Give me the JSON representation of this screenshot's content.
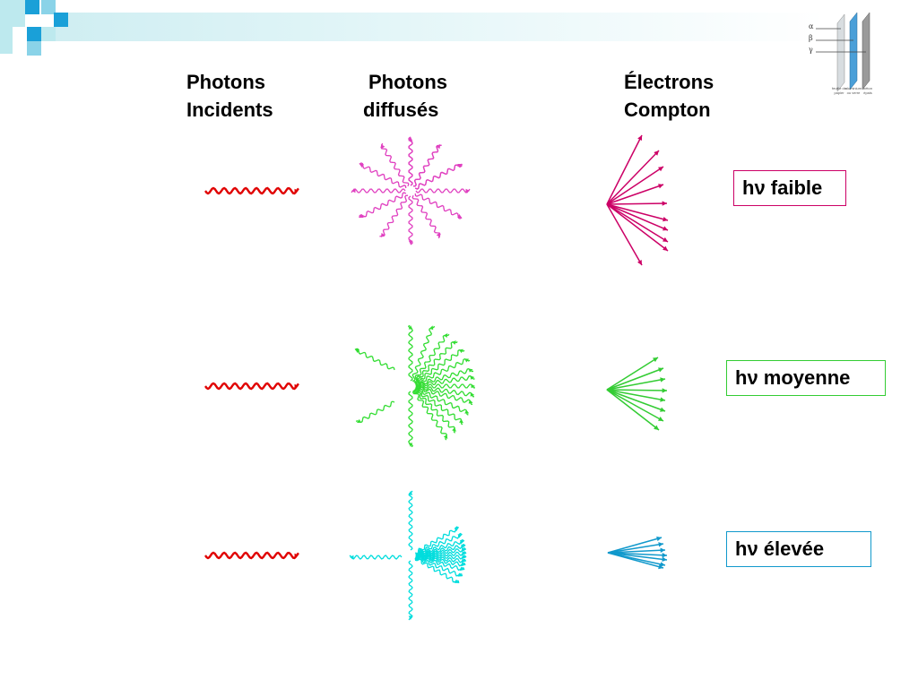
{
  "headers": {
    "incident": [
      "Photons",
      "Incidents"
    ],
    "scattered": [
      "Photons",
      "diffusés"
    ],
    "electrons": [
      "Électrons",
      "Compton"
    ]
  },
  "rows": [
    {
      "label": "hν faible",
      "photon_color": "#e040c0",
      "electron_color": "#cc0066",
      "box_border": "#cc0066"
    },
    {
      "label": "hν moyenne",
      "photon_color": "#33dd33",
      "electron_color": "#33cc33",
      "box_border": "#33cc33"
    },
    {
      "label": "hν élevée",
      "photon_color": "#00dddd",
      "electron_color": "#1199cc",
      "box_border": "#1199cc"
    }
  ],
  "incident_color": "#e00000",
  "thumbnail": {
    "labels": [
      "α",
      "β",
      "γ"
    ],
    "captions": [
      "feuille de papier",
      "aluminium ou verre",
      "béton épais"
    ]
  }
}
